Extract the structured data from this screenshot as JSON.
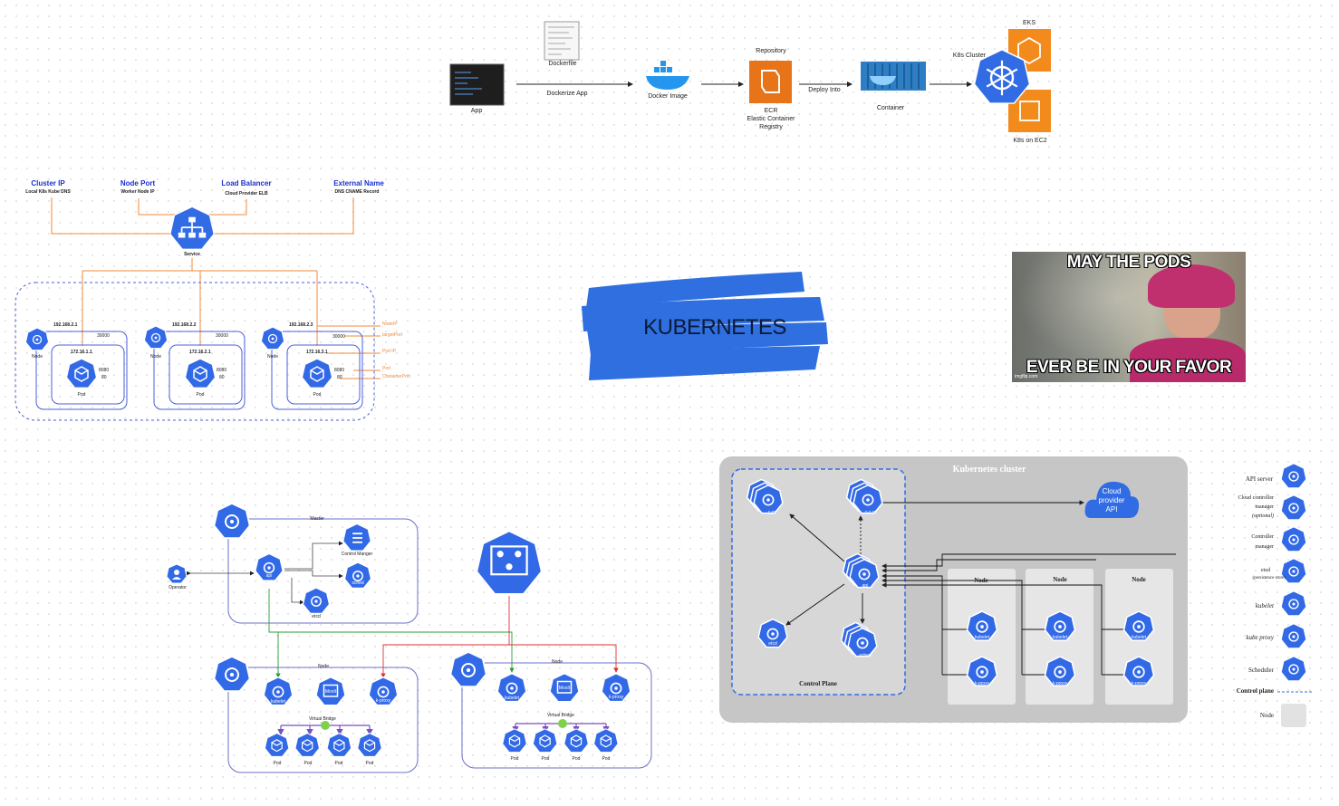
{
  "title": "KUBERNETES",
  "pipeline": {
    "app": "App",
    "dockerfile": "Dockerfile",
    "dockerize": "Dockerize App",
    "docker_image": "Docker Image",
    "repository": "Repository",
    "ecr": "ECR",
    "ecr_full": "Elastic Container",
    "registry": "Registry",
    "deploy": "Deploy Into",
    "container": "Container",
    "k8s_cluster": "K8s Cluster",
    "eks": "EKS",
    "k8s_ec2": "K8s on EC2"
  },
  "services": {
    "types": [
      {
        "name": "Cluster IP",
        "desc": "Local K8s Kube DNS"
      },
      {
        "name": "Node Port",
        "desc": "Worker Node IP"
      },
      {
        "name": "Load Balancer",
        "desc": "Cloud Provider ELB"
      },
      {
        "name": "External Name",
        "desc": "DNS CNAME Record"
      }
    ],
    "service_label": "Service",
    "nodes": [
      {
        "ip": "192.168.2.1",
        "port": "30000",
        "pod_ip": "172.16.1.1",
        "p1": "8080",
        "p2": "80",
        "node": "Node",
        "pod": "Pod"
      },
      {
        "ip": "192.168.2.2",
        "port": "30000",
        "pod_ip": "172.16.2.1",
        "p1": "8080",
        "p2": "80",
        "node": "Node",
        "pod": "Pod"
      },
      {
        "ip": "192.168.2.3",
        "port": "30000",
        "pod_ip": "172.16.3.1",
        "p1": "8080",
        "p2": "80",
        "node": "Node",
        "pod": "Pod"
      }
    ],
    "legend": [
      "NodeIP",
      "targetPort",
      "Pod IP",
      "Port",
      "ContainerPort"
    ]
  },
  "meme": {
    "top": "MAY THE PODS",
    "bottom": "EVER BE IN YOUR FAVOR",
    "credit": "imgflip.com"
  },
  "arch": {
    "master": "Master",
    "control_manager": "Control Manger",
    "api": "api",
    "sched": "sched",
    "etcd": "etcd",
    "operator": "Operator",
    "node": "Node",
    "kubelet": "kubelet",
    "moxit": "MoxIt",
    "kproxy": "k-proxy",
    "virtual_bridge": "Virtual Bridge",
    "pod": "Pod"
  },
  "cluster": {
    "title": "Kubernetes cluster",
    "control_plane": "Control Plane",
    "cloud": [
      "Cloud",
      "provider",
      "API"
    ],
    "node": "Node",
    "kubelet": "kubelet",
    "kproxy": "k-proxy",
    "api": "api",
    "cm": "c-m",
    "ccm": "c-c-m",
    "etcd": "etcd",
    "sched": "sched"
  },
  "legend": {
    "api_server": "API server",
    "ccm": [
      "Cloud controller",
      "manager",
      "(optional)"
    ],
    "cm": [
      "Controller",
      "manager"
    ],
    "etcd": [
      "etcd",
      "(persistence store)"
    ],
    "kubelet": "kubelet",
    "kube_proxy": "kube proxy",
    "scheduler": "Scheduler",
    "control_plane": "Control plane",
    "node": "Node"
  }
}
